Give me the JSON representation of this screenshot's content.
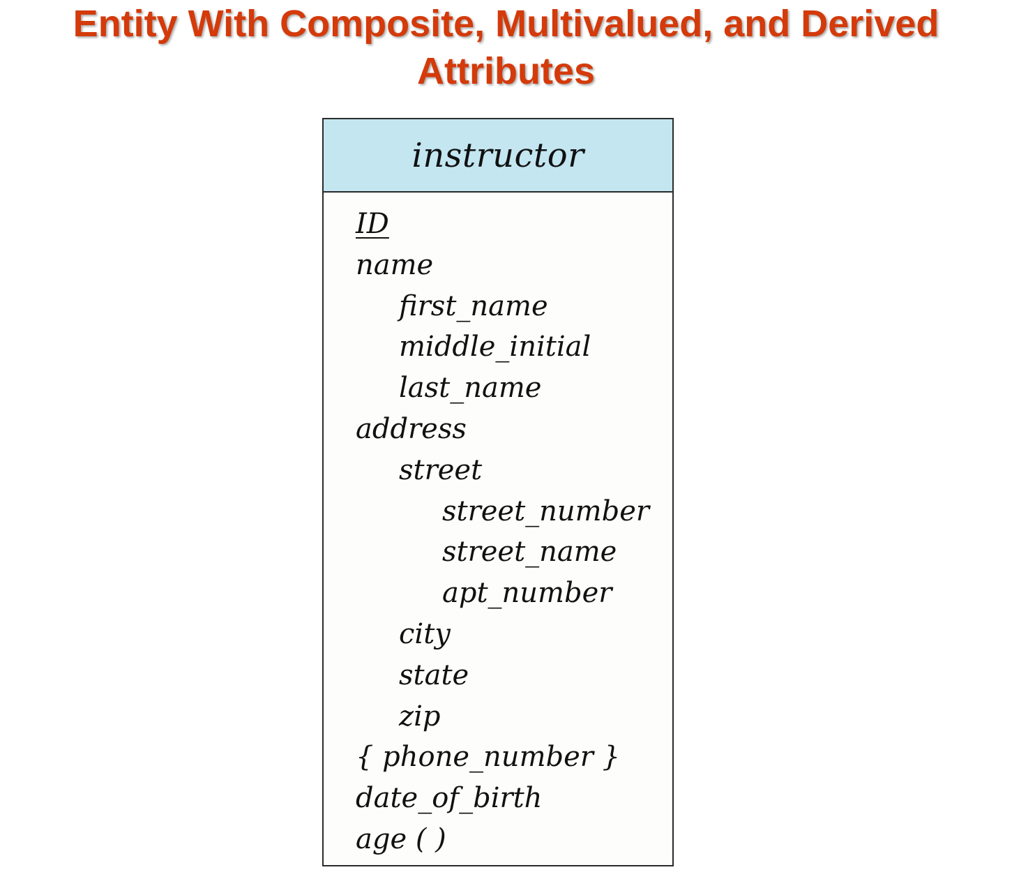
{
  "title": {
    "line1": "Entity With Composite, Multivalued, and Derived",
    "line2": "Attributes"
  },
  "colors": {
    "title": "#d43a0a",
    "entity_header": "#c3e6f1",
    "border": "#2a2a2a"
  },
  "entity": {
    "name": "instructor",
    "attributes": [
      {
        "text": "ID",
        "level": 0,
        "key": true
      },
      {
        "text": "name",
        "level": 0
      },
      {
        "text": "first_name",
        "level": 1
      },
      {
        "text": "middle_initial",
        "level": 1
      },
      {
        "text": "last_name",
        "level": 1
      },
      {
        "text": "address",
        "level": 0
      },
      {
        "text": "street",
        "level": 1
      },
      {
        "text": "street_number",
        "level": 2
      },
      {
        "text": "street_name",
        "level": 2
      },
      {
        "text": "apt_number",
        "level": 2
      },
      {
        "text": "city",
        "level": 1
      },
      {
        "text": "state",
        "level": 1
      },
      {
        "text": "zip",
        "level": 1
      },
      {
        "text": "{ phone_number }",
        "level": 0
      },
      {
        "text": "date_of_birth",
        "level": 0
      },
      {
        "text": "age ( )",
        "level": 0
      }
    ]
  }
}
